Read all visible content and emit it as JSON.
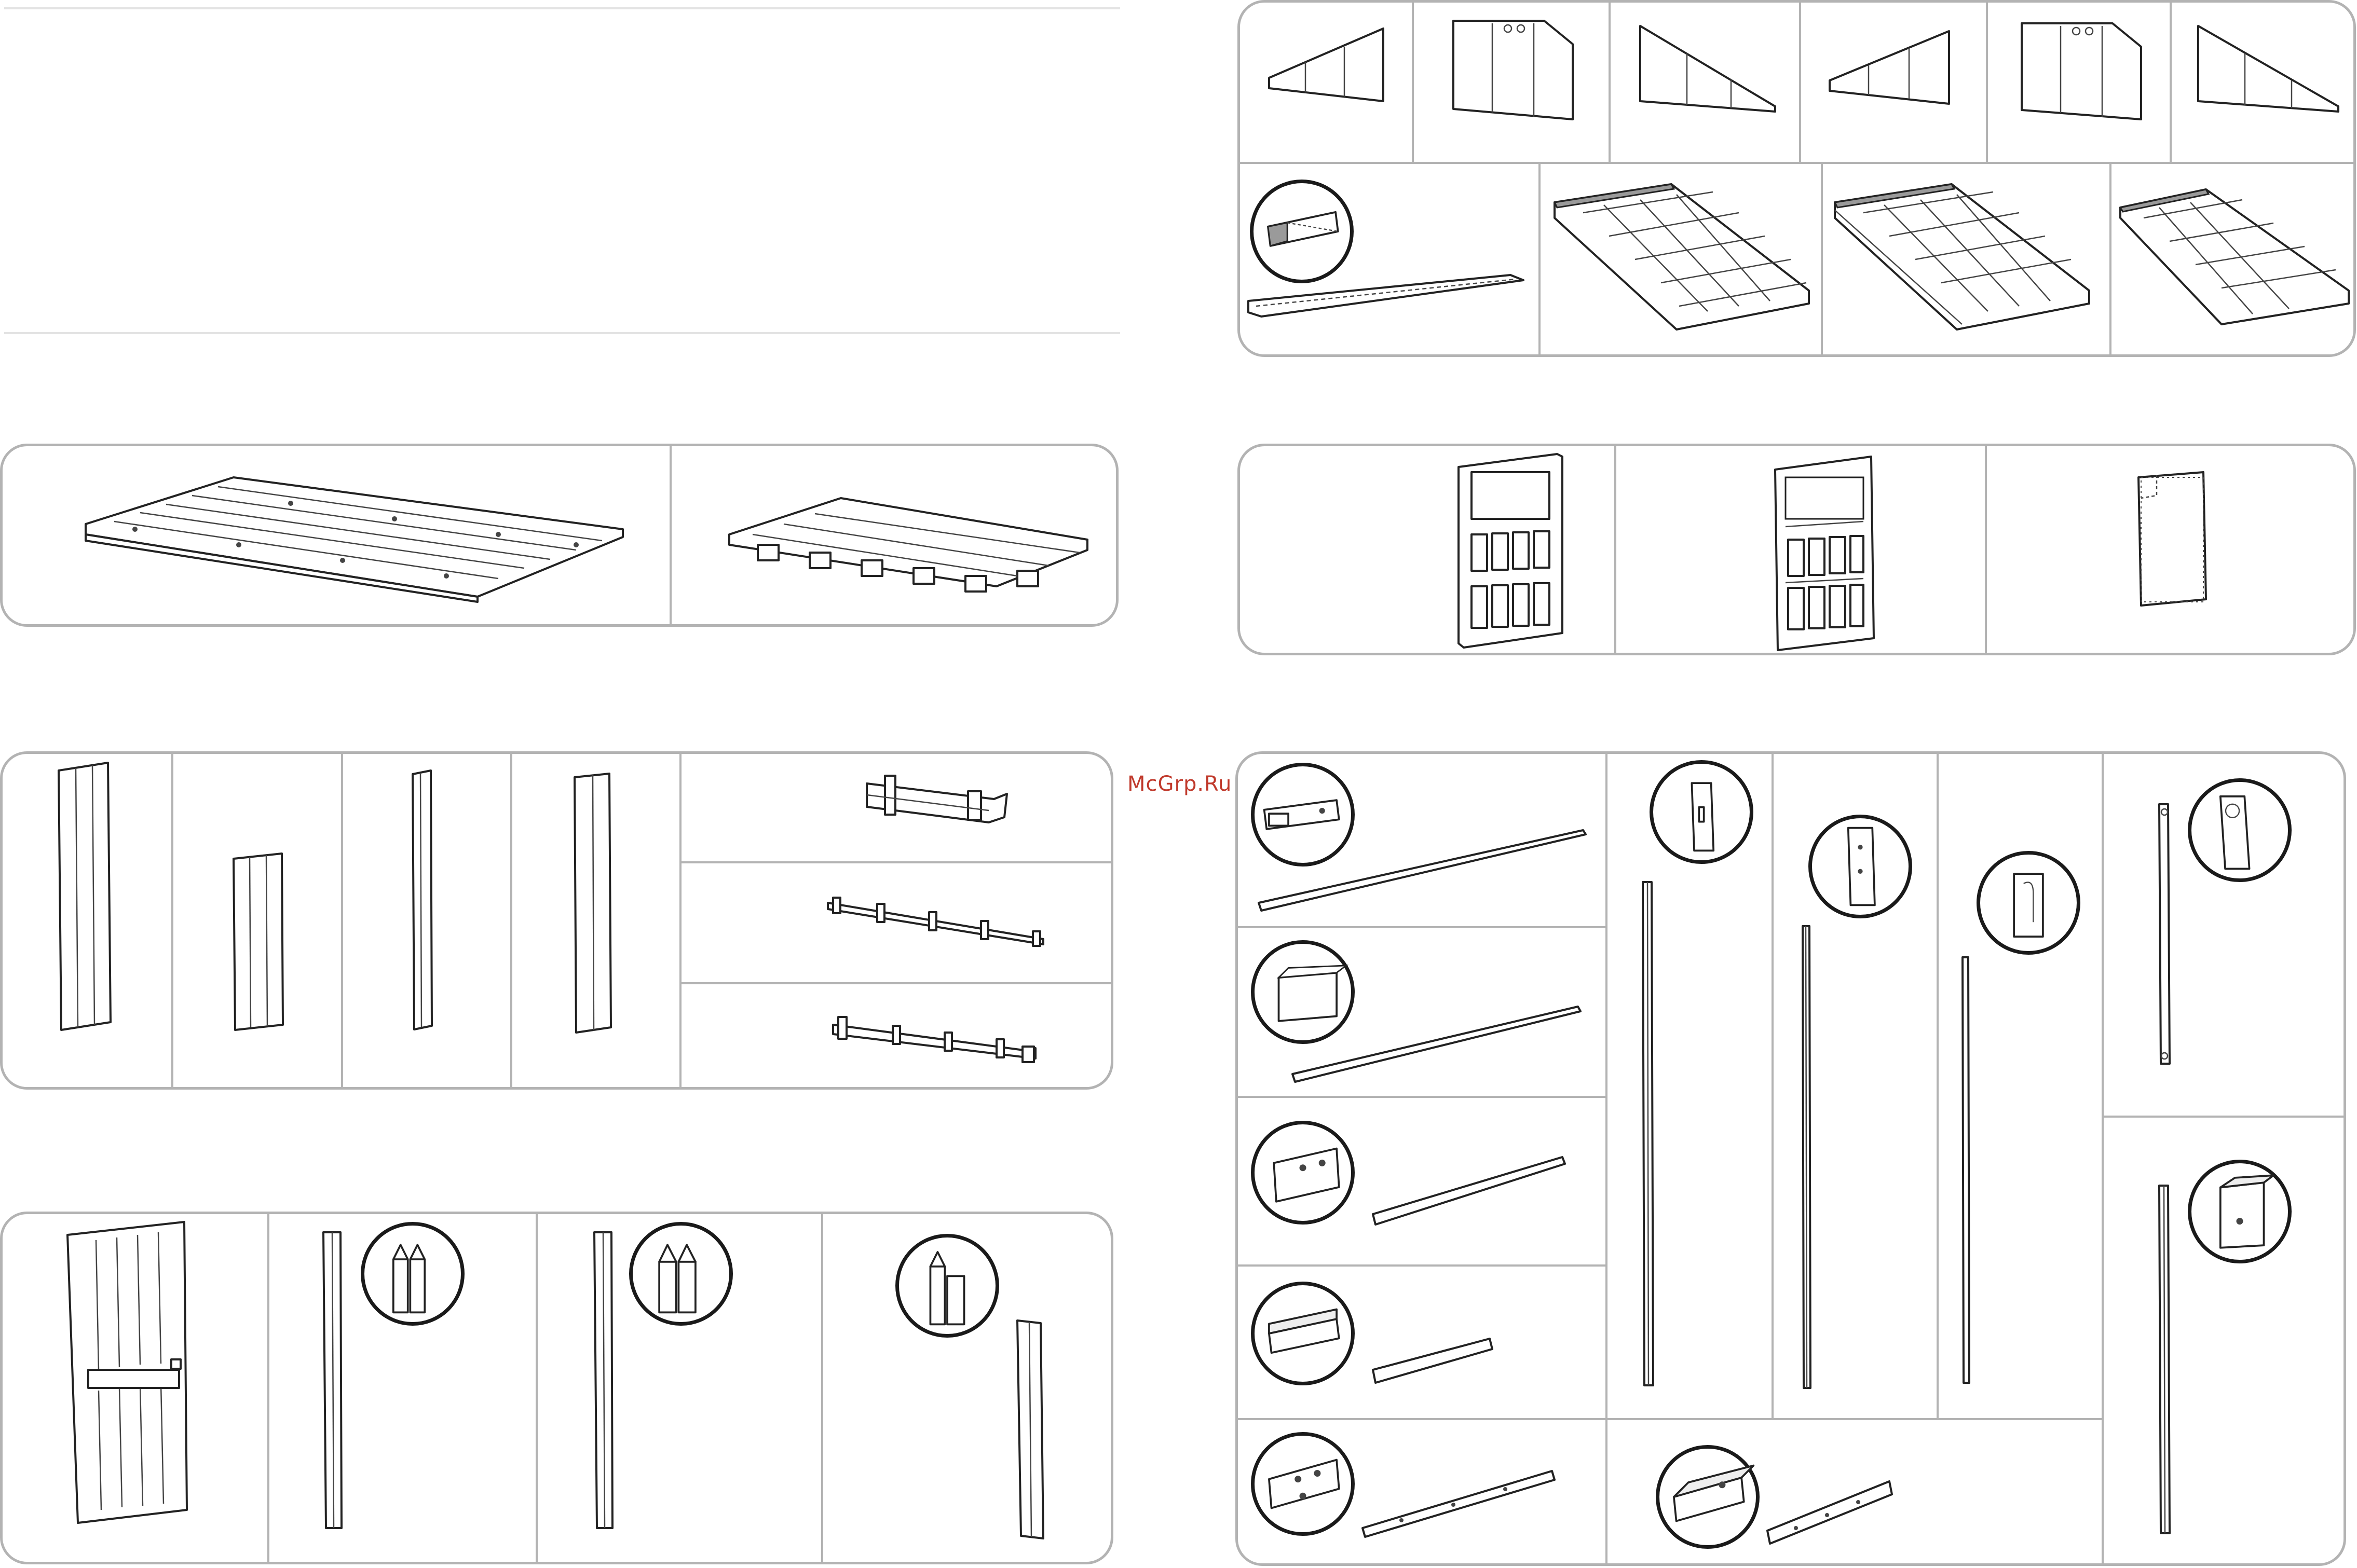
{
  "watermark": {
    "text": "McGrp.Ru"
  },
  "sections": {
    "gable_panels": {
      "count": 6
    },
    "roof_panels": {
      "count": 4
    },
    "floor_panels": {
      "count": 2
    },
    "window_panels": {
      "count": 3
    },
    "wall_panels": {
      "count": 7
    },
    "door_parts": {
      "count": 4
    },
    "metal_profiles": {
      "count": 12
    }
  },
  "colors": {
    "frame": "#b3b3b3",
    "line": "#222222",
    "watermark": "#c0392b"
  },
  "icons": [
    "magnifier-callout-icon"
  ]
}
